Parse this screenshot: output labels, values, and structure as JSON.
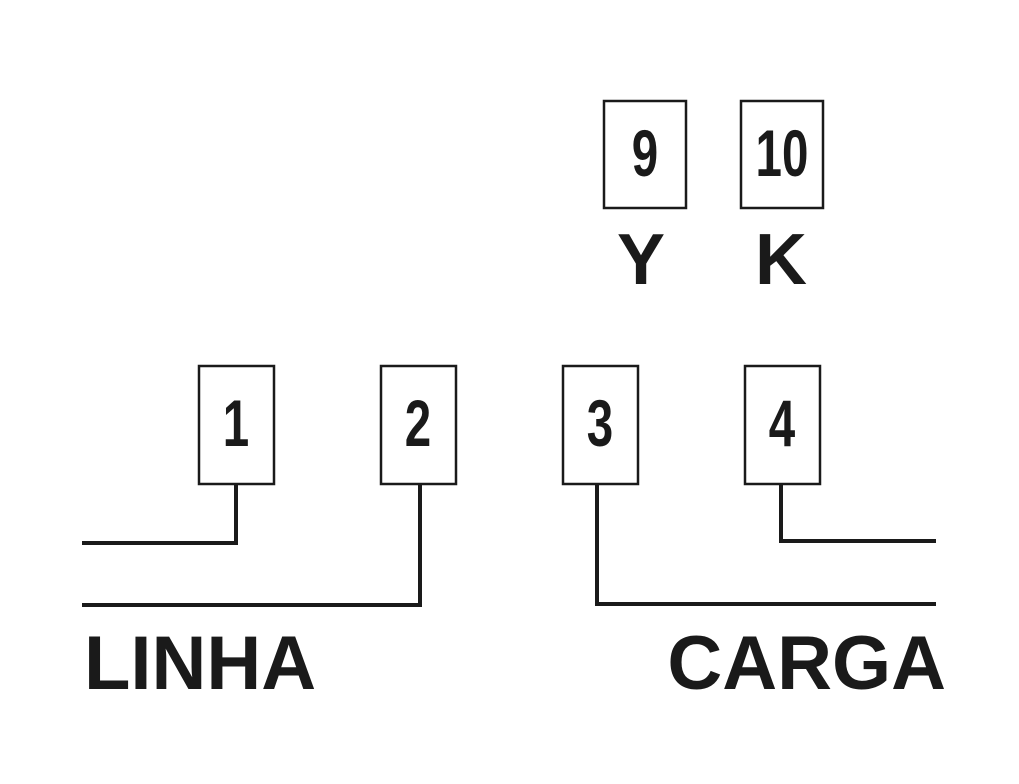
{
  "terminals": {
    "t1": "1",
    "t2": "2",
    "t3": "3",
    "t4": "4",
    "t9": "9",
    "t10": "10"
  },
  "aux_labels": {
    "y": "Y",
    "k": "K"
  },
  "sides": {
    "line": "LINHA",
    "load": "CARGA"
  },
  "colors": {
    "ink": "#1a1a1a",
    "background": "#ffffff"
  }
}
